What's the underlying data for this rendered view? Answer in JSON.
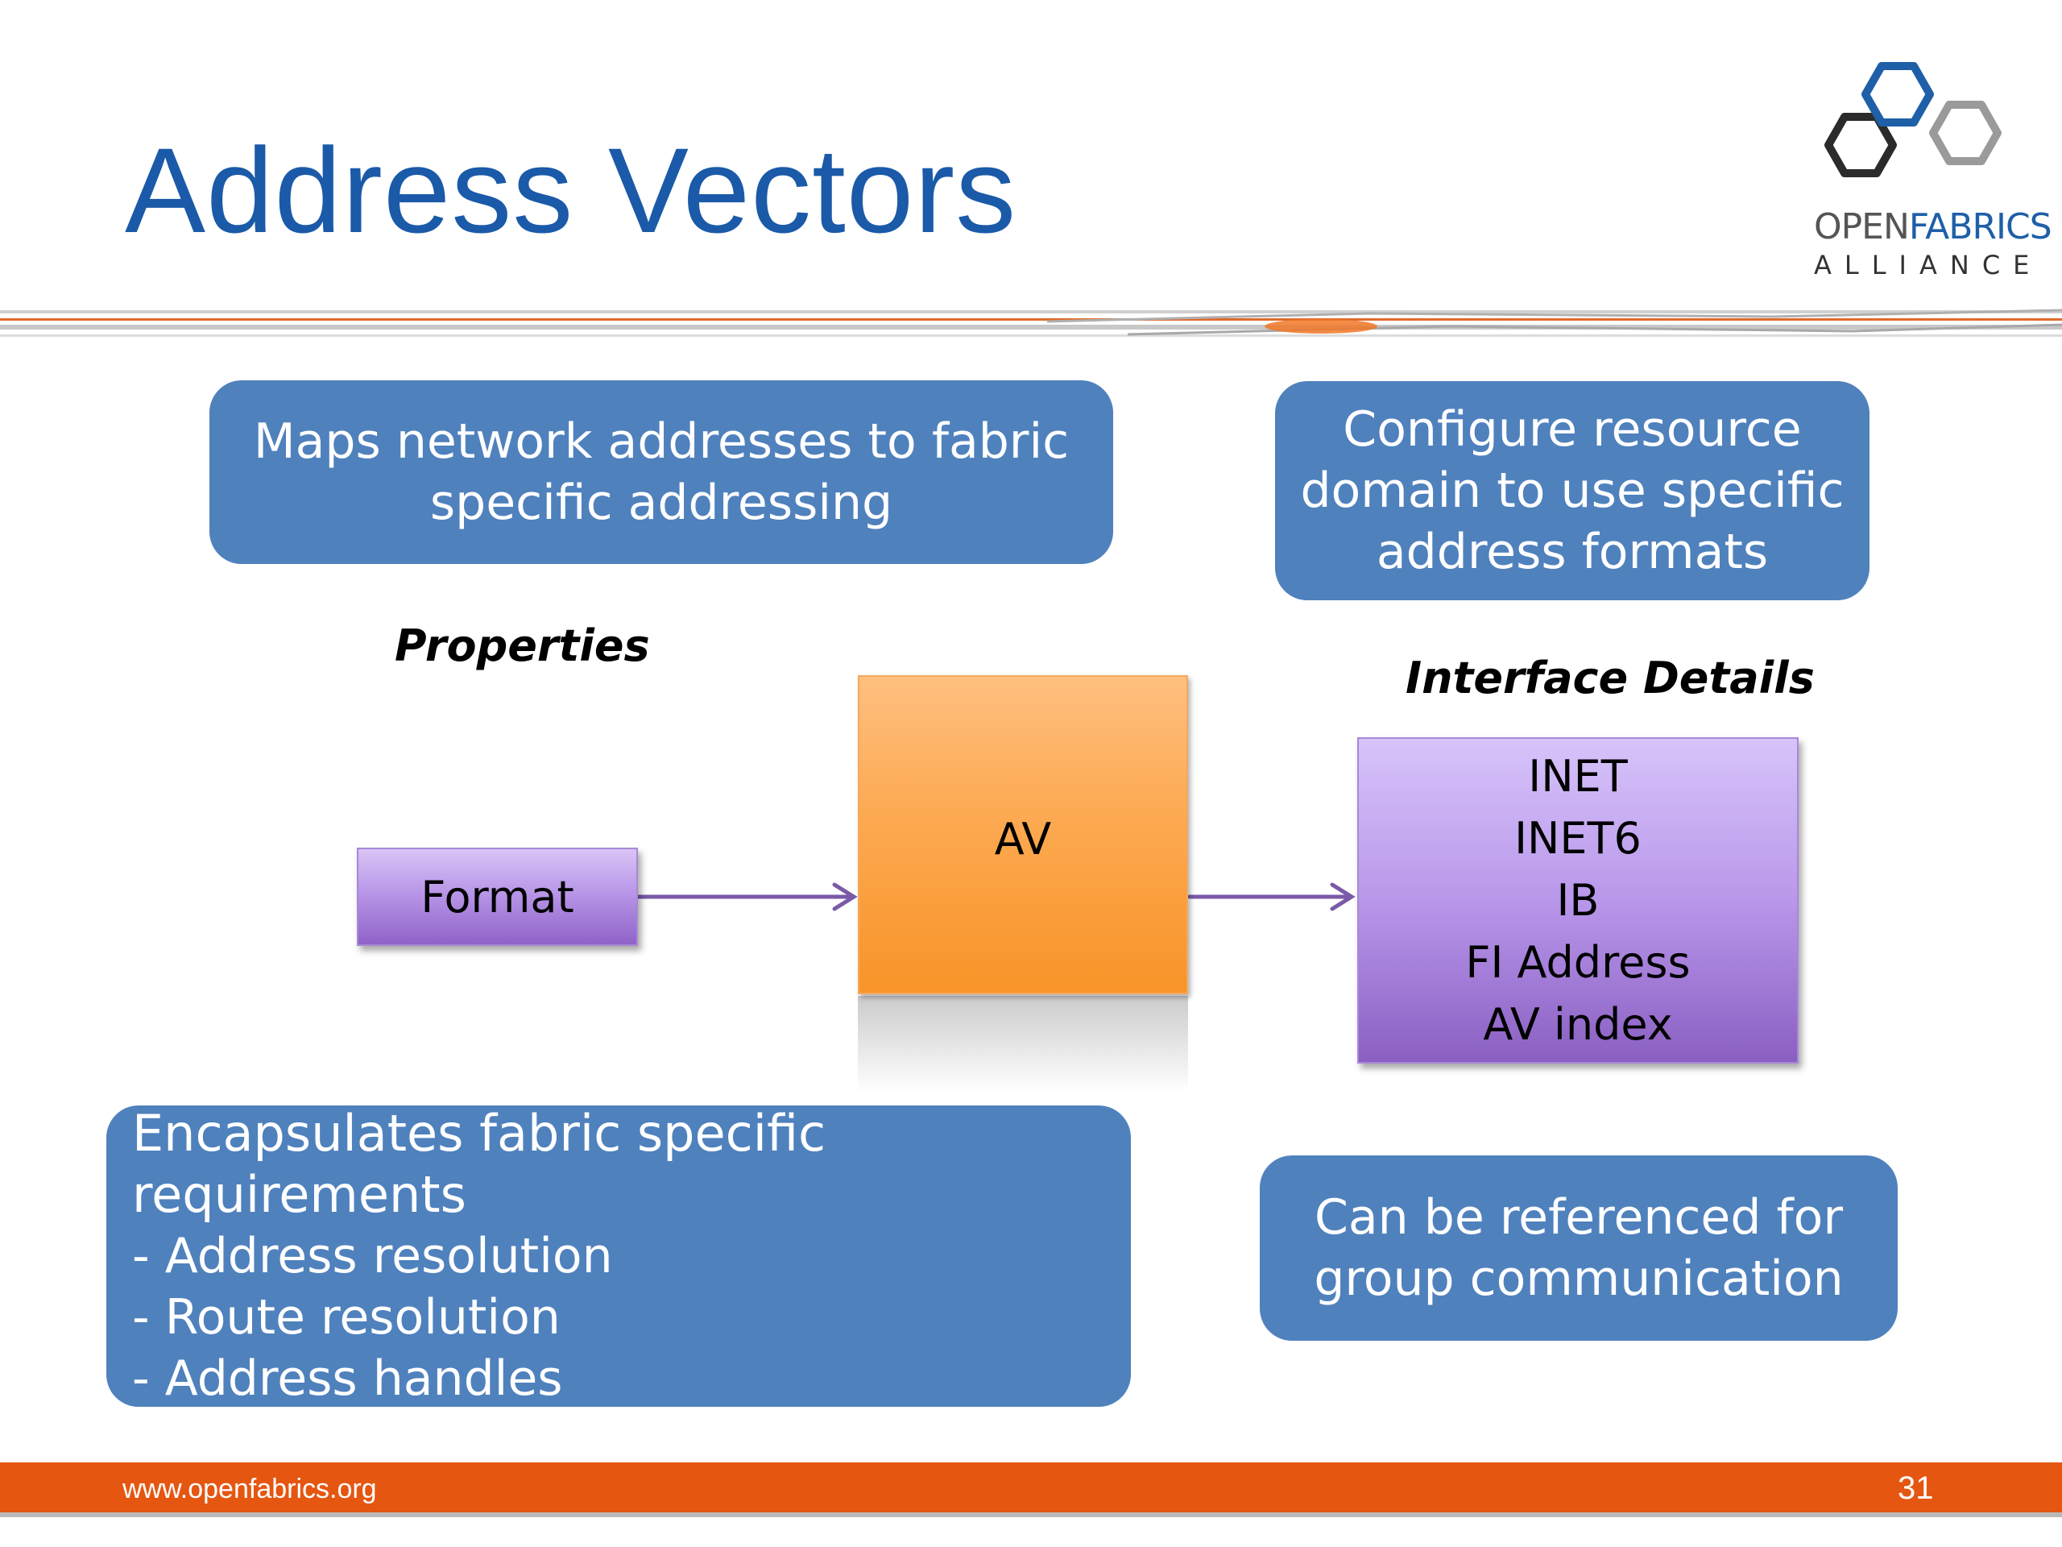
{
  "slide": {
    "title": "Address Vectors",
    "page_number": "31",
    "footer_url": "www.openfabrics.org"
  },
  "logo": {
    "word_open": "OPEN",
    "word_fabrics": "FABRICS",
    "word_alliance": "ALLIANCE",
    "colors": {
      "blue": "#1e5fa8",
      "dark": "#333333",
      "gray": "#9a9a9a"
    }
  },
  "callouts": {
    "maps": [
      "Maps network addresses to fabric",
      "specific addressing"
    ],
    "configure": [
      "Configure resource",
      "domain to use specific",
      "address formats"
    ],
    "encapsulates": {
      "heading": "Encapsulates fabric specific requirements",
      "items": [
        "- Address resolution",
        "- Route resolution",
        "- Address handles"
      ]
    },
    "group": [
      "Can be referenced for",
      "group communication"
    ]
  },
  "diagram": {
    "properties_label": "Properties",
    "interface_label": "Interface Details",
    "format_label": "Format",
    "av_label": "AV",
    "interface_items": [
      "INET",
      "INET6",
      "IB",
      "FI Address",
      "AV index"
    ]
  },
  "colors": {
    "title": "#1a5aa8",
    "callout": "#4f81bd",
    "footer": "#e55611",
    "av_box": "#f89428",
    "purple_box": "#b997e8",
    "arrow": "#7a5aa8"
  }
}
